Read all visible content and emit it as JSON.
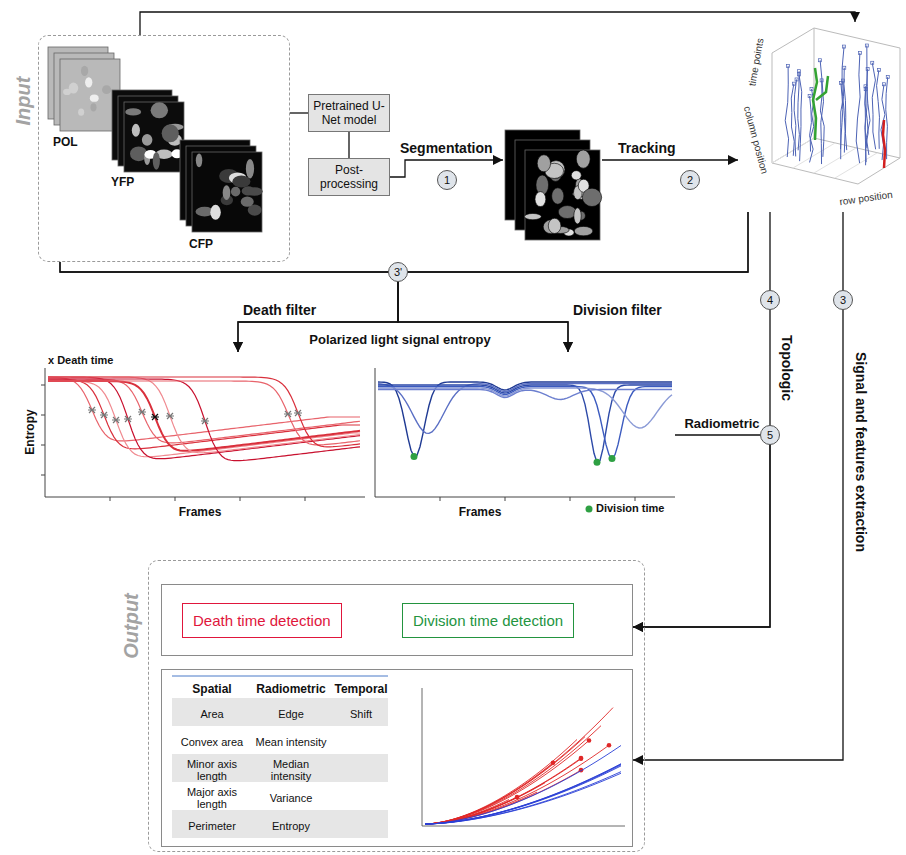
{
  "diagram": {
    "nodes": [
      {
        "text": [
          "Input"
        ]
      },
      {
        "text": [
          "POL"
        ],
        "in": 0
      },
      {
        "text": [
          "YFP"
        ],
        "in": 0
      },
      {
        "text": [
          "CFP"
        ],
        "in": 0
      },
      {
        "text": [
          "Pretrained U-Net model"
        ]
      },
      {
        "text": [
          "Post-processing"
        ]
      },
      {
        "text": [
          "time points",
          "column position",
          "row position"
        ]
      },
      {
        "text": [
          "x Death time",
          "Entropy",
          "Frames"
        ]
      },
      {
        "text": [
          "Division time",
          "Frames"
        ]
      },
      {
        "text": [
          "Output"
        ]
      },
      {
        "text": [
          "Death time detection",
          "Division time detection"
        ],
        "in": 9
      },
      {
        "text": [
          "Spatial",
          "Radiometric",
          "Temporal",
          "Area",
          "Edge",
          "Shift",
          "Convex area",
          "Mean intensity",
          "Minor axis length",
          "Median intensity",
          "Major axis length",
          "Variance",
          "Perimeter",
          "Entropy"
        ],
        "in": 9
      }
    ],
    "edges": [
      {
        "from": 0,
        "to": 4,
        "arrow": "none"
      },
      {
        "from": 4,
        "to": 5,
        "arrow": "none"
      },
      {
        "from": 0,
        "to": 6,
        "arrow": "to"
      },
      {
        "from": 0,
        "to": 7,
        "arrow": "to"
      },
      {
        "from": 0,
        "to": 8,
        "arrow": "to"
      },
      {
        "from": 6,
        "to": 7,
        "arrow": "to"
      },
      {
        "from": 6,
        "to": 8,
        "arrow": "to"
      },
      {
        "from": 6,
        "to": 10,
        "arrow": "to",
        "label": "Topologic"
      },
      {
        "from": 8,
        "to": 10,
        "arrow": "to",
        "label": "Radiometric"
      },
      {
        "from": 6,
        "to": 11,
        "arrow": "to",
        "label": "Signal and features extraction"
      }
    ],
    "labels": [
      "Segmentation",
      "1",
      "Tracking",
      "2",
      "3'",
      "Death filter",
      "Division filter",
      "Polarized light signal entropy",
      "4",
      "3",
      "5"
    ]
  }
}
